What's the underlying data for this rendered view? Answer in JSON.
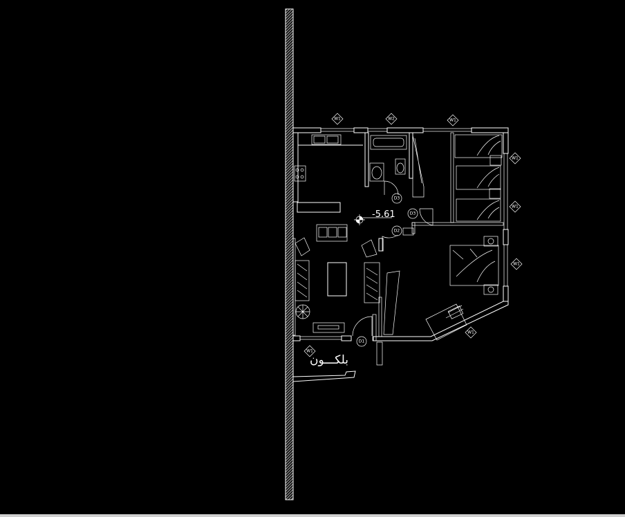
{
  "drawing": {
    "level_mark": "-5.61",
    "balcony_label": "بلكـــون",
    "doors": [
      "D1",
      "D2",
      "D3",
      "D3"
    ],
    "windows": [
      "W1",
      "W2",
      "W1",
      "W1",
      "W1",
      "W1",
      "W1",
      "W1"
    ]
  },
  "colors": {
    "background": "#000000",
    "linework": "#ffffff",
    "hatch": "#bdbdbd"
  }
}
